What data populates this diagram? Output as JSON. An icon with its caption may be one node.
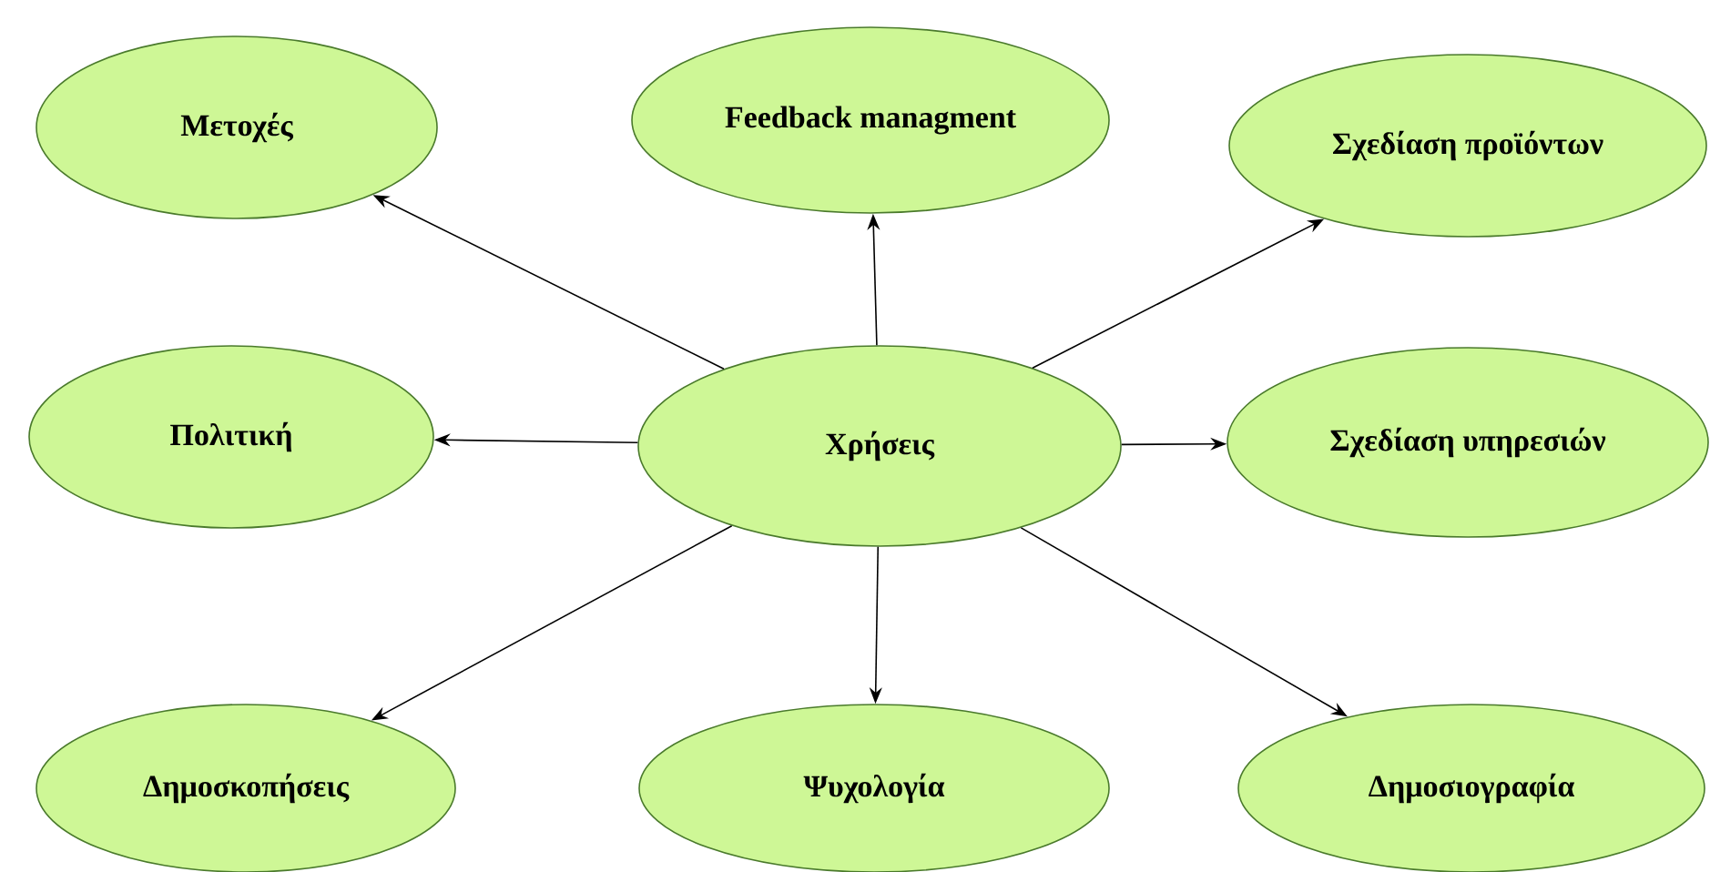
{
  "diagram": {
    "nodes": [
      {
        "text": [
          "Μετοχές"
        ]
      },
      {
        "text": [
          "Feedback managment"
        ]
      },
      {
        "text": [
          "Σχεδίαση προϊόντων"
        ]
      },
      {
        "text": [
          "Πολιτική"
        ]
      },
      {
        "text": [
          "Χρήσεις"
        ]
      },
      {
        "text": [
          "Σχεδίαση υπηρεσιών"
        ]
      },
      {
        "text": [
          "Δημοσκοπήσεις"
        ]
      },
      {
        "text": [
          "Ψυχολογία"
        ]
      },
      {
        "text": [
          "Δημοσιογραφία"
        ]
      }
    ],
    "edges": [
      {
        "from": 4,
        "to": 0,
        "arrow": "to"
      },
      {
        "from": 4,
        "to": 1,
        "arrow": "to"
      },
      {
        "from": 4,
        "to": 2,
        "arrow": "to"
      },
      {
        "from": 4,
        "to": 3,
        "arrow": "to"
      },
      {
        "from": 4,
        "to": 5,
        "arrow": "to"
      },
      {
        "from": 4,
        "to": 6,
        "arrow": "to"
      },
      {
        "from": 4,
        "to": 7,
        "arrow": "to"
      },
      {
        "from": 4,
        "to": 8,
        "arrow": "to"
      }
    ]
  }
}
